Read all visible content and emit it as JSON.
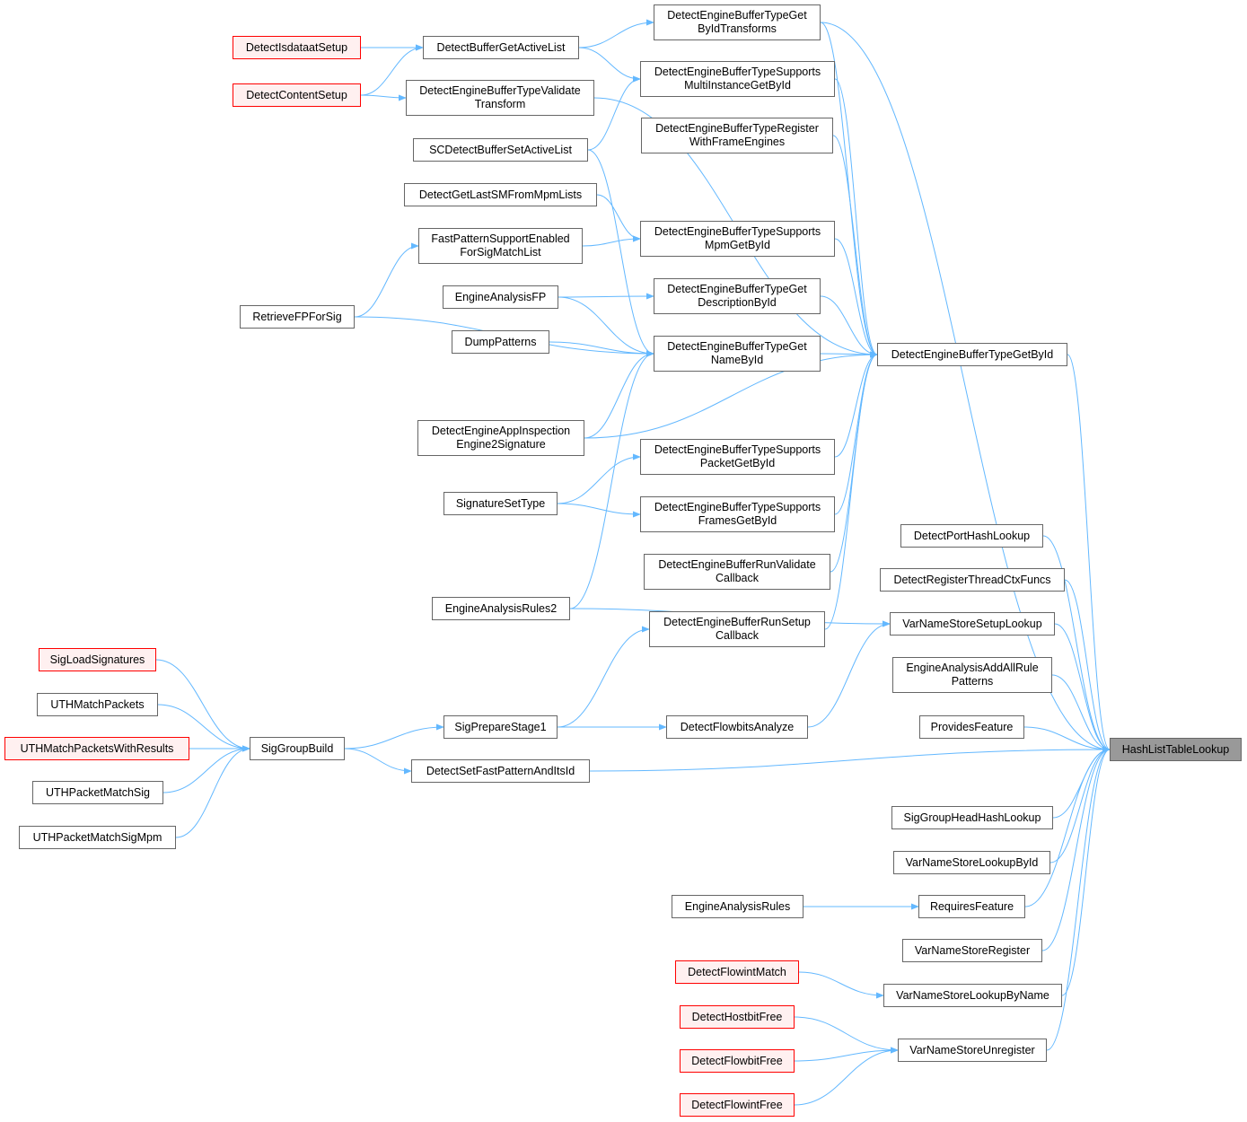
{
  "graph": {
    "colors": {
      "edge": "#63b8ff",
      "box_border": "#666666",
      "red_border": "#ff0000",
      "red_fill": "#fff0f0",
      "target_fill": "#999999"
    },
    "nodes": {
      "hltl": [
        "HashListTableLookup"
      ],
      "dgetbyid": [
        "DetectEngineBufferTypeGetById"
      ],
      "idtrans": [
        "DetectEngineBufferTypeGet",
        "ByIdTransforms"
      ],
      "multiinst": [
        "DetectEngineBufferTypeSupports",
        "MultiInstanceGetById"
      ],
      "regframe": [
        "DetectEngineBufferTypeRegister",
        "WithFrameEngines"
      ],
      "mpmget": [
        "DetectEngineBufferTypeSupports",
        "MpmGetById"
      ],
      "descget": [
        "DetectEngineBufferTypeGet",
        "DescriptionById"
      ],
      "nameget": [
        "DetectEngineBufferTypeGet",
        "NameById"
      ],
      "pktget": [
        "DetectEngineBufferTypeSupports",
        "PacketGetById"
      ],
      "frmget": [
        "DetectEngineBufferTypeSupports",
        "FramesGetById"
      ],
      "runval": [
        "DetectEngineBufferRunValidate",
        "Callback"
      ],
      "runsetup": [
        "DetectEngineBufferRunSetup",
        "Callback"
      ],
      "activelist": [
        "DetectBufferGetActiveList"
      ],
      "isdataat": [
        "DetectIsdataatSetup"
      ],
      "content": [
        "DetectContentSetup"
      ],
      "validtrans": [
        "DetectEngineBufferTypeValidate",
        "Transform"
      ],
      "scset": [
        "SCDetectBufferSetActiveList"
      ],
      "lastsm": [
        "DetectGetLastSMFromMpmLists"
      ],
      "fpsupp": [
        "FastPatternSupportEnabled",
        "ForSigMatchList"
      ],
      "retrfp": [
        "RetrieveFPForSig"
      ],
      "eafp": [
        "EngineAnalysisFP"
      ],
      "dump": [
        "DumpPatterns"
      ],
      "appinsp": [
        "DetectEngineAppInspection",
        "Engine2Signature"
      ],
      "sigset": [
        "SignatureSetType"
      ],
      "earules2": [
        "EngineAnalysisRules2"
      ],
      "portlook": [
        "DetectPortHashLookup"
      ],
      "regthread": [
        "DetectRegisterThreadCtxFuncs"
      ],
      "vnsetup": [
        "VarNameStoreSetupLookup"
      ],
      "eaallrule": [
        "EngineAnalysisAddAllRule",
        "Patterns"
      ],
      "provides": [
        "ProvidesFeature"
      ],
      "flowbitsan": [
        "DetectFlowbitsAnalyze"
      ],
      "prep1": [
        "SigPrepareStage1"
      ],
      "sgbuild": [
        "SigGroupBuild"
      ],
      "setfp": [
        "DetectSetFastPatternAndItsId"
      ],
      "sigload": [
        "SigLoadSignatures"
      ],
      "uthmatch": [
        "UTHMatchPackets"
      ],
      "uthmatchres": [
        "UTHMatchPacketsWithResults"
      ],
      "uthpms": [
        "UTHPacketMatchSig"
      ],
      "uthpmsm": [
        "UTHPacketMatchSigMpm"
      ],
      "sghhash": [
        "SigGroupHeadHashLookup"
      ],
      "vnlookid": [
        "VarNameStoreLookupById"
      ],
      "earules": [
        "EngineAnalysisRules"
      ],
      "requires": [
        "RequiresFeature"
      ],
      "vnreg": [
        "VarNameStoreRegister"
      ],
      "flowintm": [
        "DetectFlowintMatch"
      ],
      "vnlookname": [
        "VarNameStoreLookupByName"
      ],
      "hostbitfree": [
        "DetectHostbitFree"
      ],
      "flowbitfree": [
        "DetectFlowbitFree"
      ],
      "flowintfree": [
        "DetectFlowintFree"
      ],
      "vnunreg": [
        "VarNameStoreUnregister"
      ]
    },
    "edges": [
      [
        "idtrans",
        "dgetbyid"
      ],
      [
        "idtrans",
        "hltl"
      ],
      [
        "multiinst",
        "dgetbyid"
      ],
      [
        "regframe",
        "dgetbyid"
      ],
      [
        "mpmget",
        "dgetbyid"
      ],
      [
        "descget",
        "dgetbyid"
      ],
      [
        "nameget",
        "dgetbyid"
      ],
      [
        "pktget",
        "dgetbyid"
      ],
      [
        "frmget",
        "dgetbyid"
      ],
      [
        "runval",
        "dgetbyid"
      ],
      [
        "runsetup",
        "dgetbyid"
      ],
      [
        "validtrans",
        "dgetbyid"
      ],
      [
        "appinsp",
        "dgetbyid"
      ],
      [
        "dgetbyid",
        "hltl"
      ],
      [
        "activelist",
        "idtrans"
      ],
      [
        "activelist",
        "multiinst"
      ],
      [
        "isdataat",
        "activelist"
      ],
      [
        "content",
        "activelist"
      ],
      [
        "content",
        "validtrans"
      ],
      [
        "scset",
        "multiinst"
      ],
      [
        "scset",
        "nameget"
      ],
      [
        "lastsm",
        "mpmget"
      ],
      [
        "fpsupp",
        "mpmget"
      ],
      [
        "retrfp",
        "fpsupp"
      ],
      [
        "retrfp",
        "nameget"
      ],
      [
        "eafp",
        "descget"
      ],
      [
        "eafp",
        "nameget"
      ],
      [
        "dump",
        "nameget"
      ],
      [
        "appinsp",
        "nameget"
      ],
      [
        "sigset",
        "pktget"
      ],
      [
        "sigset",
        "frmget"
      ],
      [
        "earules2",
        "nameget"
      ],
      [
        "earules2",
        "vnsetup"
      ],
      [
        "portlook",
        "hltl"
      ],
      [
        "regthread",
        "hltl"
      ],
      [
        "vnsetup",
        "hltl"
      ],
      [
        "eaallrule",
        "hltl"
      ],
      [
        "provides",
        "hltl"
      ],
      [
        "setfp",
        "hltl"
      ],
      [
        "sghhash",
        "hltl"
      ],
      [
        "vnlookid",
        "hltl"
      ],
      [
        "requires",
        "hltl"
      ],
      [
        "vnreg",
        "hltl"
      ],
      [
        "vnlookname",
        "hltl"
      ],
      [
        "vnunreg",
        "hltl"
      ],
      [
        "flowbitsan",
        "vnsetup"
      ],
      [
        "prep1",
        "flowbitsan"
      ],
      [
        "prep1",
        "runsetup"
      ],
      [
        "sgbuild",
        "prep1"
      ],
      [
        "sgbuild",
        "setfp"
      ],
      [
        "sigload",
        "sgbuild"
      ],
      [
        "uthmatch",
        "sgbuild"
      ],
      [
        "uthmatchres",
        "sgbuild"
      ],
      [
        "uthpms",
        "sgbuild"
      ],
      [
        "uthpmsm",
        "sgbuild"
      ],
      [
        "earules",
        "requires"
      ],
      [
        "flowintm",
        "vnlookname"
      ],
      [
        "hostbitfree",
        "vnunreg"
      ],
      [
        "flowbitfree",
        "vnunreg"
      ],
      [
        "flowintfree",
        "vnunreg"
      ]
    ]
  }
}
